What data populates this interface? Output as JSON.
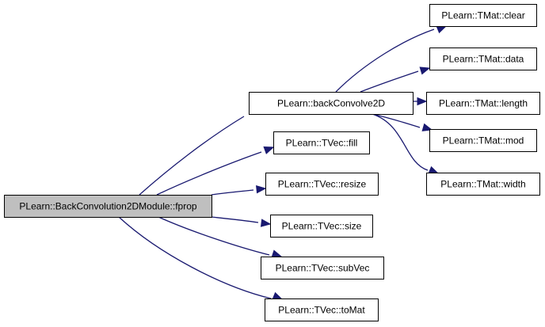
{
  "diagram": {
    "colors": {
      "edge": "#191970",
      "node_fill": "#ffffff",
      "root_fill": "#bfbfbf",
      "border": "#000000"
    },
    "nodes": [
      {
        "id": "root",
        "label": "PLearn::BackConvolution2DModule::fprop",
        "highlight": true
      },
      {
        "id": "backConvolve2D",
        "label": "PLearn::backConvolve2D"
      },
      {
        "id": "fill",
        "label": "PLearn::TVec::fill"
      },
      {
        "id": "resize",
        "label": "PLearn::TVec::resize"
      },
      {
        "id": "size",
        "label": "PLearn::TVec::size"
      },
      {
        "id": "subVec",
        "label": "PLearn::TVec::subVec"
      },
      {
        "id": "toMat",
        "label": "PLearn::TVec::toMat"
      },
      {
        "id": "clear",
        "label": "PLearn::TMat::clear"
      },
      {
        "id": "data",
        "label": "PLearn::TMat::data"
      },
      {
        "id": "length",
        "label": "PLearn::TMat::length"
      },
      {
        "id": "mod",
        "label": "PLearn::TMat::mod"
      },
      {
        "id": "width",
        "label": "PLearn::TMat::width"
      }
    ],
    "edges": [
      {
        "from": "root",
        "to": "backConvolve2D"
      },
      {
        "from": "root",
        "to": "fill"
      },
      {
        "from": "root",
        "to": "resize"
      },
      {
        "from": "root",
        "to": "size"
      },
      {
        "from": "root",
        "to": "subVec"
      },
      {
        "from": "root",
        "to": "toMat"
      },
      {
        "from": "backConvolve2D",
        "to": "clear"
      },
      {
        "from": "backConvolve2D",
        "to": "data"
      },
      {
        "from": "backConvolve2D",
        "to": "length"
      },
      {
        "from": "backConvolve2D",
        "to": "mod"
      },
      {
        "from": "backConvolve2D",
        "to": "width"
      }
    ]
  }
}
